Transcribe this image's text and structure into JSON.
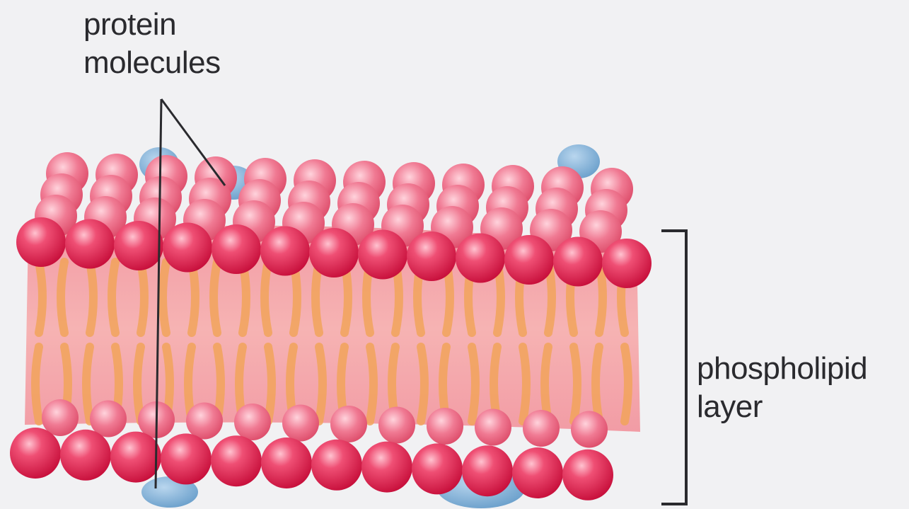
{
  "labels": {
    "protein": {
      "line1": "protein",
      "line2": "molecules"
    },
    "phospholipid": {
      "line1": "phospholipid",
      "line2": "layer"
    }
  },
  "colors": {
    "background": "#f1f1f3",
    "phosphate_head": "#e0234f",
    "phosphate_head_highlight": "#f8a6b8",
    "lipid_tails": "#f1a35a",
    "membrane_core": "#f4a1a8",
    "protein": "#7fb0d6",
    "label_text": "#2a2a2e",
    "leader_line": "#2a2a2e"
  }
}
